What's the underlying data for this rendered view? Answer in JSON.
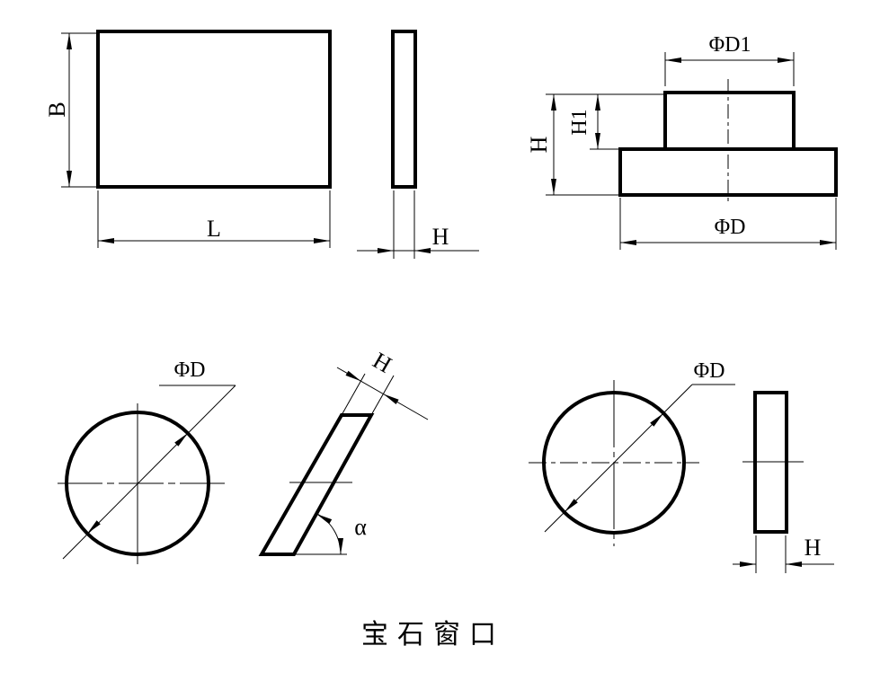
{
  "drawing": {
    "caption": "宝石窗口",
    "colors": {
      "line_color": "#000000",
      "background_color": "#ffffff"
    },
    "views": {
      "rectangular_window_front": {
        "height_label": "B",
        "width_label": "L"
      },
      "rectangular_window_side": {
        "thickness_label": "H"
      },
      "stepped_window_side": {
        "top_diameter_label": "ΦD1",
        "step_height_label": "H1",
        "total_height_label": "H",
        "base_diameter_label": "ΦD"
      },
      "round_window_front": {
        "diameter_label": "ΦD"
      },
      "wedged_window_side": {
        "thickness_label": "H",
        "angle_label": "α"
      },
      "round_window2_front": {
        "diameter_label": "ΦD"
      },
      "round_window2_side": {
        "thickness_label": "H"
      }
    }
  }
}
